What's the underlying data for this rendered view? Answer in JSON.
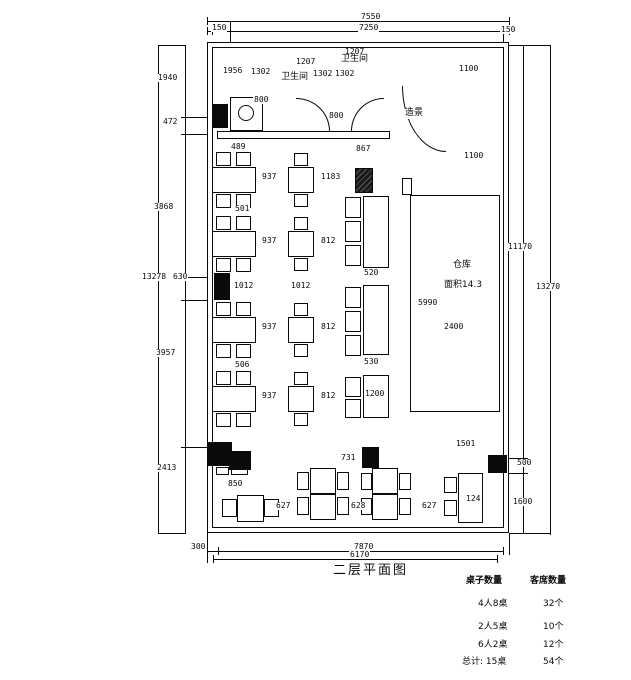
{
  "page_title": "二层平面图",
  "dims_top": {
    "overall": "7550",
    "left150": "150",
    "inner": "7250",
    "right150": "150"
  },
  "dims_left": {
    "overall": "13278",
    "s1940": "1940",
    "s472": "472",
    "s3868": "3868",
    "s630": "630",
    "s3957": "3957",
    "s2413": "2413"
  },
  "dims_right": {
    "inner": "11170",
    "overall": "13270",
    "s500": "500",
    "s1600": "1600"
  },
  "dims_bottom": {
    "s300": "300",
    "s7870": "7870",
    "s6170": "6170"
  },
  "top_rooms": {
    "w1956": "1956",
    "w1302a": "1302",
    "toilet1_w": "1207",
    "toilet1_name": "卫生间",
    "w1302b": "1302",
    "w1302c": "1302",
    "toilet2_w": "1207",
    "toilet2_name": "卫生间",
    "gap800a": "800",
    "gap800b": "800"
  },
  "stairs": {
    "w1100_top": "1100",
    "w1100_bottom": "1100",
    "feature": "造景"
  },
  "storage": {
    "name": "仓库",
    "area": "面积14.3",
    "h5990": "5990",
    "w2400": "2400"
  },
  "dining": {
    "d489": "489",
    "d867": "867",
    "d937": [
      "937",
      "937",
      "937",
      "937"
    ],
    "d1183": "1183",
    "d812": [
      "812",
      "812",
      "812"
    ],
    "d501": "501",
    "d1012a": "1012",
    "d1012b": "1012",
    "d506": "506",
    "d520": "520",
    "d530": "530",
    "d1200": "1200"
  },
  "bottom_row": {
    "d850": "850",
    "d731": "731",
    "d627a": "627",
    "d628": "628",
    "d627b": "627",
    "d124": "124",
    "d1501": "1501"
  },
  "stats": {
    "headers": [
      "桌子数量",
      "客席数量"
    ],
    "rows": [
      {
        "t": "4人8桌",
        "s": "32个"
      },
      {
        "t": "2人5桌",
        "s": "10个"
      },
      {
        "t": "6人2桌",
        "s": "12个"
      },
      {
        "t": "总计: 15桌",
        "s": "54个"
      }
    ]
  }
}
